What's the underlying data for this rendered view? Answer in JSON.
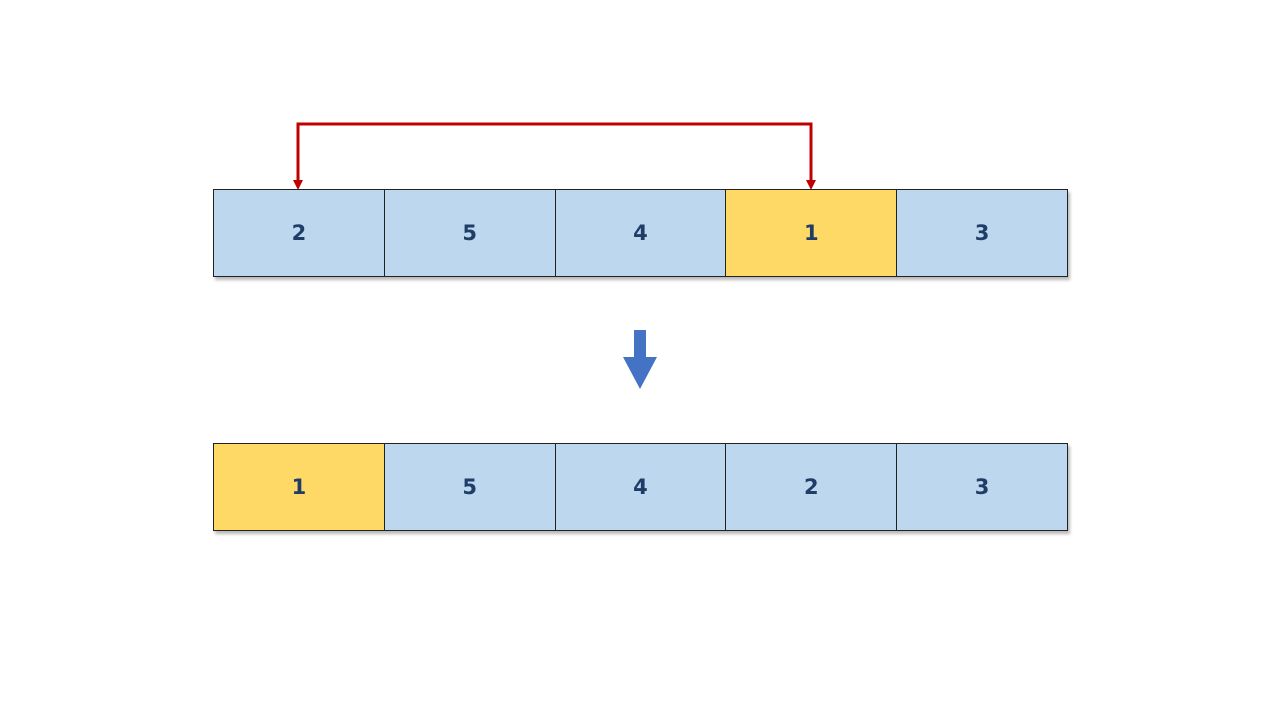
{
  "colors": {
    "cell_fill": "#bdd7ee",
    "highlight_fill": "#ffd966",
    "cell_text": "#1f3d66",
    "swap_arrow": "#c00000",
    "down_arrow": "#4472c4"
  },
  "before": {
    "cells": [
      {
        "value": "2",
        "highlight": false
      },
      {
        "value": "5",
        "highlight": false
      },
      {
        "value": "4",
        "highlight": false
      },
      {
        "value": "1",
        "highlight": true
      },
      {
        "value": "3",
        "highlight": false
      }
    ]
  },
  "after": {
    "cells": [
      {
        "value": "1",
        "highlight": true
      },
      {
        "value": "5",
        "highlight": false
      },
      {
        "value": "4",
        "highlight": false
      },
      {
        "value": "2",
        "highlight": false
      },
      {
        "value": "3",
        "highlight": false
      }
    ]
  },
  "swap": {
    "from_index": 0,
    "to_index": 3
  }
}
